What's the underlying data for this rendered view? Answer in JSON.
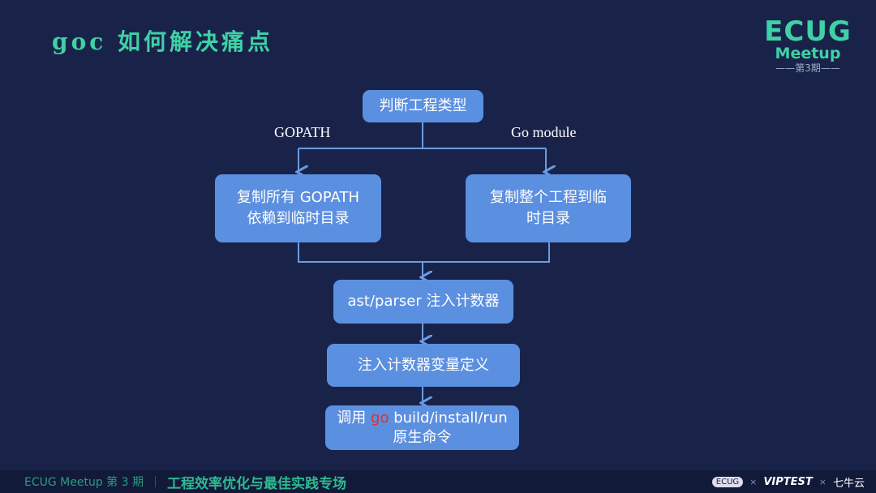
{
  "title": "goc 如何解决痛点",
  "logo": {
    "line1": "ECUG",
    "line2": "Meetup",
    "line3": "——第3期——"
  },
  "flow": {
    "start": "判断工程类型",
    "branch_left": "GOPATH",
    "branch_right": "Go module",
    "left_box": {
      "line1": "复制所有 GOPATH",
      "line2": "依赖到临时目录"
    },
    "right_box": {
      "line1": "复制整个工程到临",
      "line2": "时目录"
    },
    "step3": "ast/parser 注入计数器",
    "step4": "注入计数器变量定义",
    "step5": {
      "pre": "调用 ",
      "go": "go",
      "post": " build/install/run",
      "line2": "原生命令"
    }
  },
  "footer": {
    "event": "ECUG Meetup 第 3 期",
    "topic": "工程效率优化与最佳实践专场",
    "sponsors": [
      "ECUG",
      "×",
      "VIPTEST",
      "×",
      "七牛云"
    ]
  }
}
